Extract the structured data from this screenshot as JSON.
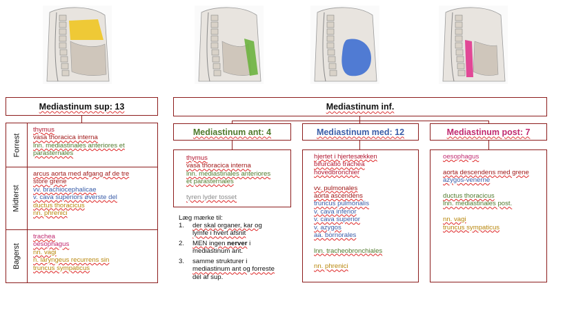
{
  "colors": {
    "border": "#8b1a1a",
    "red": "#b3162f",
    "darkred": "#a01818",
    "green": "#4f7a2c",
    "blue": "#3a5da8",
    "olive": "#b8860b",
    "grey": "#8a8a8a",
    "magenta": "#c0296f"
  },
  "thumbnails": [
    {
      "name": "superior-thumbnail",
      "highlight": "#f0c419"
    },
    {
      "name": "anterior-thumbnail",
      "highlight": "#6db33f"
    },
    {
      "name": "middle-thumbnail",
      "highlight": "#3f6fd1"
    },
    {
      "name": "posterior-thumbnail",
      "highlight": "#e0368e"
    }
  ],
  "sup": {
    "title": "Mediastinum sup: 13",
    "rows": [
      {
        "label": "Forrest",
        "items": [
          {
            "text": "thymus",
            "color": "red"
          },
          {
            "text": "vasa thoracica interna",
            "color": "darkred"
          },
          {
            "text": "lnn. mediastinales anteriores et",
            "color": "green"
          },
          {
            "text": "parasternales",
            "color": "green"
          }
        ]
      },
      {
        "label": "Midterst",
        "items": [
          {
            "text": "arcus aorta med afgang af de tre",
            "color": "darkred"
          },
          {
            "text": "store grene",
            "color": "darkred"
          },
          {
            "text": "vv. brachiocephalicae",
            "color": "blue"
          },
          {
            "text": "v. cava superiors øverste del",
            "color": "blue"
          },
          {
            "text": "ductus thoracicus",
            "color": "olive"
          },
          {
            "text": "nn. phrenici",
            "color": "olive"
          }
        ]
      },
      {
        "label": "Bagerst",
        "items": [
          {
            "text": "trachea",
            "color": "magenta"
          },
          {
            "text": "oesophagus",
            "color": "magenta"
          },
          {
            "text": "nn. vagi",
            "color": "olive"
          },
          {
            "text": "n. laryngeus recurrens sin",
            "color": "olive"
          },
          {
            "text": "truncus sympaticus",
            "color": "olive"
          }
        ]
      }
    ]
  },
  "inf": {
    "title": "Mediastinum inf.",
    "ant": {
      "title": "Mediastinum ant: 4",
      "items": [
        {
          "text": "thymus",
          "color": "red"
        },
        {
          "text": "vasa thoracica interna",
          "color": "darkred"
        },
        {
          "text": "lnn. mediastinales anteriores",
          "color": "green"
        },
        {
          "text": "et parasternales",
          "color": "green"
        },
        {
          "text": "",
          "color": "grey"
        },
        {
          "text": "tyren lyder tosset",
          "color": "grey"
        }
      ]
    },
    "med": {
      "title": "Mediastinum med: 12",
      "items": [
        {
          "text": "hjertet i hjertesækken",
          "color": "red"
        },
        {
          "text": "bifurcatio trachea",
          "color": "red"
        },
        {
          "text": "hovedbronchier",
          "color": "red"
        },
        {
          "text": "",
          "color": "red"
        },
        {
          "text": "vv. pulmonales",
          "color": "darkred"
        },
        {
          "text": "aorta ascendens",
          "color": "darkred"
        },
        {
          "text": "truncus pulmonalis",
          "color": "blue"
        },
        {
          "text": "v. cava inferior",
          "color": "blue"
        },
        {
          "text": "v. cava superior",
          "color": "blue"
        },
        {
          "text": "v. azygos",
          "color": "blue"
        },
        {
          "text": "aa. bornorales",
          "color": "blue"
        },
        {
          "text": "",
          "color": "blue"
        },
        {
          "text": "lnn. tracheobronchiales",
          "color": "green"
        },
        {
          "text": "",
          "color": "green"
        },
        {
          "text": "nn. phrenici",
          "color": "olive"
        }
      ]
    },
    "post": {
      "title": "Mediastinum post: 7",
      "items": [
        {
          "text": "oesophagus",
          "color": "magenta"
        },
        {
          "text": "",
          "color": "magenta"
        },
        {
          "text": "aorta descendens med grene",
          "color": "darkred"
        },
        {
          "text": "azygos-venerne",
          "color": "blue"
        },
        {
          "text": "",
          "color": "blue"
        },
        {
          "text": "ductus thoracicus",
          "color": "green"
        },
        {
          "text": "lnn. mediastinales post.",
          "color": "green"
        },
        {
          "text": "",
          "color": "green"
        },
        {
          "text": "nn. vagi",
          "color": "olive"
        },
        {
          "text": "truncus sympaticus",
          "color": "olive"
        }
      ]
    }
  },
  "note": {
    "heading": "Læg mærke til:",
    "items": [
      {
        "num": "1.",
        "lines": [
          "der skal organer, kar og",
          "lymfe i hvert afsnit"
        ]
      },
      {
        "num": "2.",
        "lines_rich": [
          [
            "MEN ingen ",
            "nerver",
            " i"
          ],
          [
            "mediastinum ant."
          ]
        ]
      },
      {
        "num": "3.",
        "lines": [
          "samme strukturer i",
          "mediastinum ant og forreste",
          "del af sup."
        ]
      }
    ]
  }
}
